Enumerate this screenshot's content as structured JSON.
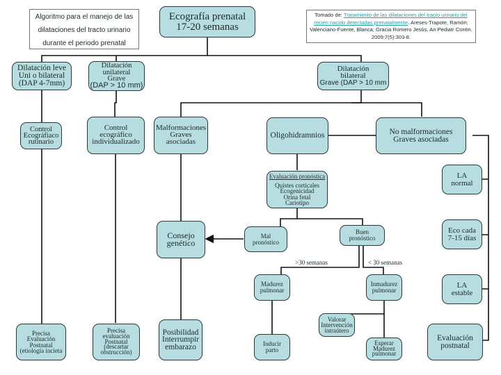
{
  "title_note": {
    "lines": [
      "Algoritmo para el manejo de las",
      "dilataciones del tracto urinario",
      "durante el periodo prenatal"
    ]
  },
  "source_note": {
    "prefix": "Tomado de: ",
    "link_text": "Tratamiento de las dilataciones del tracto urinario del recién nacido detectadas prenatalmente",
    "suffix": ". Areses-Trapote, Ramón; Valenciano-Fuente, Blanca; Gracia Romero Jesús. An Pediatr Contin. 2009;7(5):303-8."
  },
  "nodes": {
    "root": [
      "Ecografía prenatal",
      "17-20 semanas"
    ],
    "mild": [
      "Dilatación leve",
      "Uni o bilateral",
      "(DAP 4-7mm)"
    ],
    "unilateral": [
      "Dilatación",
      "unilateral",
      "Grave",
      "(DAP > 10 mm)"
    ],
    "bilateral": [
      "Dilatación",
      "bilateral",
      "Grave (DAP > 10 mm"
    ],
    "control_routine": [
      "Control",
      "Ecográfiaco",
      "rutinario"
    ],
    "control_individual": [
      "Control",
      "ecográfico",
      "individualizado"
    ],
    "malformations": [
      "Malformaciones",
      "Graves",
      "asociadas"
    ],
    "oligohydramnios": [
      "Oligohidramnios"
    ],
    "no_malformations": [
      "No malformaciones",
      "Graves asociadas"
    ],
    "prognosis_eval": {
      "title": "Evaluación pronóstica",
      "items": [
        "Quistes corticales",
        "Ecogenicidad",
        "Orina fetal",
        "Cariotipo"
      ]
    },
    "la_normal": [
      "LA",
      "normal"
    ],
    "eco_cada": [
      "Eco cada",
      "7-15 días"
    ],
    "la_estable": [
      "LA",
      "estable"
    ],
    "eval_postnatal": [
      "Evaluación",
      "postnatal"
    ],
    "genetic_counsel": [
      "Consejo",
      "genético"
    ],
    "bad_prognosis": [
      "Mal",
      "pronóstico"
    ],
    "good_prognosis": [
      "Buen",
      "pronóstico"
    ],
    "lung_mature": [
      "Madurez",
      "pulmonar"
    ],
    "lung_immature": [
      "Inmadurez",
      "pulmonar"
    ],
    "assess_intervention": [
      "Valorar",
      "Intervención",
      "intraútero"
    ],
    "induce_labor": [
      "Inducir",
      "parto"
    ],
    "wait_maturity": [
      "Esperar",
      "Madurez",
      "pulmonar"
    ],
    "postnatal_etiology": [
      "Precisa",
      "Evaluación",
      "Postnatal",
      "(etiología incieta"
    ],
    "postnatal_obstruction": [
      "Precisa",
      "evaluación",
      "Postnatal",
      "(descartar",
      "obstrucción)"
    ],
    "terminate_option": [
      "Posibilidad",
      "Interrumpir",
      "embarazo"
    ]
  },
  "edge_labels": {
    "over30": ">30 semanas",
    "under30": "< 30 semanas"
  }
}
